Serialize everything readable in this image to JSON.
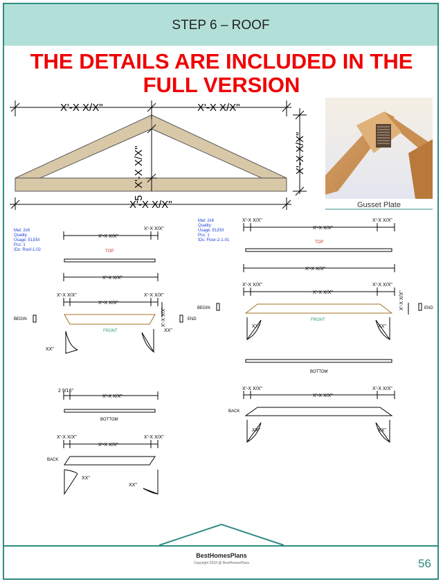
{
  "header": {
    "title": "STEP 6 – ROOF"
  },
  "banner": {
    "line1": "THE DETAILS ARE INCLUDED IN THE",
    "line2": "FULL VERSION"
  },
  "truss": {
    "dim_top_left": "X'-X X/X\"",
    "dim_top_right": "X'-X X/X\"",
    "dim_right_vertical": "X'-X X/X\"",
    "dim_center_vertical": "X'-X X/X\"",
    "dim_center_prefix": "5",
    "dim_bottom": "X'-X X/X\""
  },
  "photo": {
    "caption": "Gusset Plate"
  },
  "left_piece": {
    "meta": [
      "Mat: 2x6",
      "Quality:",
      "Usage: ELEM",
      "Pcs: 1",
      "IDs: Roof-1-02"
    ],
    "dim_small": "X'-X X/X\"",
    "dim_long": "X'-X X/X\"",
    "label_top": "TOP",
    "dim_mid": "X'-X X/X\"",
    "dim_front_left": "X'-X X/X\"",
    "dim_front_center": "X'-X X/X\"",
    "dim_front_right": "X'-X X/X\"",
    "dim_front_vertical": "X'-X X/X\"",
    "label_begin": "BEGIN",
    "label_end": "END",
    "label_front": "FRONT",
    "angle_left": "XX\"",
    "angle_right": "XX\"",
    "dim_bottom_small": "2 9/16\"",
    "dim_bottom_long": "X'-X X/X\"",
    "label_bottom": "BOTTOM",
    "dim_back_left": "X'-X X/X\"",
    "dim_back_center": "X'-X X/X\"",
    "dim_back_right": "X'-X X/X\"",
    "label_back": "BACK",
    "angle_back_left": "XX\"",
    "angle_back_right": "XX\""
  },
  "right_piece": {
    "meta": [
      "Mat: 2x6",
      "Quality:",
      "Usage: ELEM",
      "Pcs: 1",
      "IDs: Floor-2-1-01"
    ],
    "dim_top_left": "X'-X X/X\"",
    "dim_top_center": "X'-X X/X\"",
    "dim_top_right": "X'-X X/X\"",
    "label_top": "TOP",
    "dim_overall": "X'-X X/X\"",
    "dim_front_left": "X'-X X/X\"",
    "dim_front_center": "X'-X X/X\"",
    "dim_front_right": "X'-X X/X\"",
    "dim_front_vertical": "X'-X X/X\"",
    "label_begin": "BEGIN",
    "label_end": "END",
    "label_front": "FRONT",
    "angle_left": "XX\"",
    "angle_right": "XX\"",
    "label_bottom": "BOTTOM",
    "dim_back_left": "X'-X X/X\"",
    "dim_back_center": "X'-X X/X\"",
    "dim_back_right": "X'-X X/X\"",
    "label_back": "BACK",
    "angle_back_left": "XX\"",
    "angle_back_right": "XX\""
  },
  "footer": {
    "brand": "BestHomesPlans",
    "copyright": "Copyright 2018 @ BestHomesPlans",
    "page": "56"
  },
  "colors": {
    "accent": "#2e8b82",
    "header_bg": "#b2e0d8",
    "banner_red": "#f00000",
    "wood": "#d8c8a8",
    "meta_blue": "#1f3fd6"
  }
}
